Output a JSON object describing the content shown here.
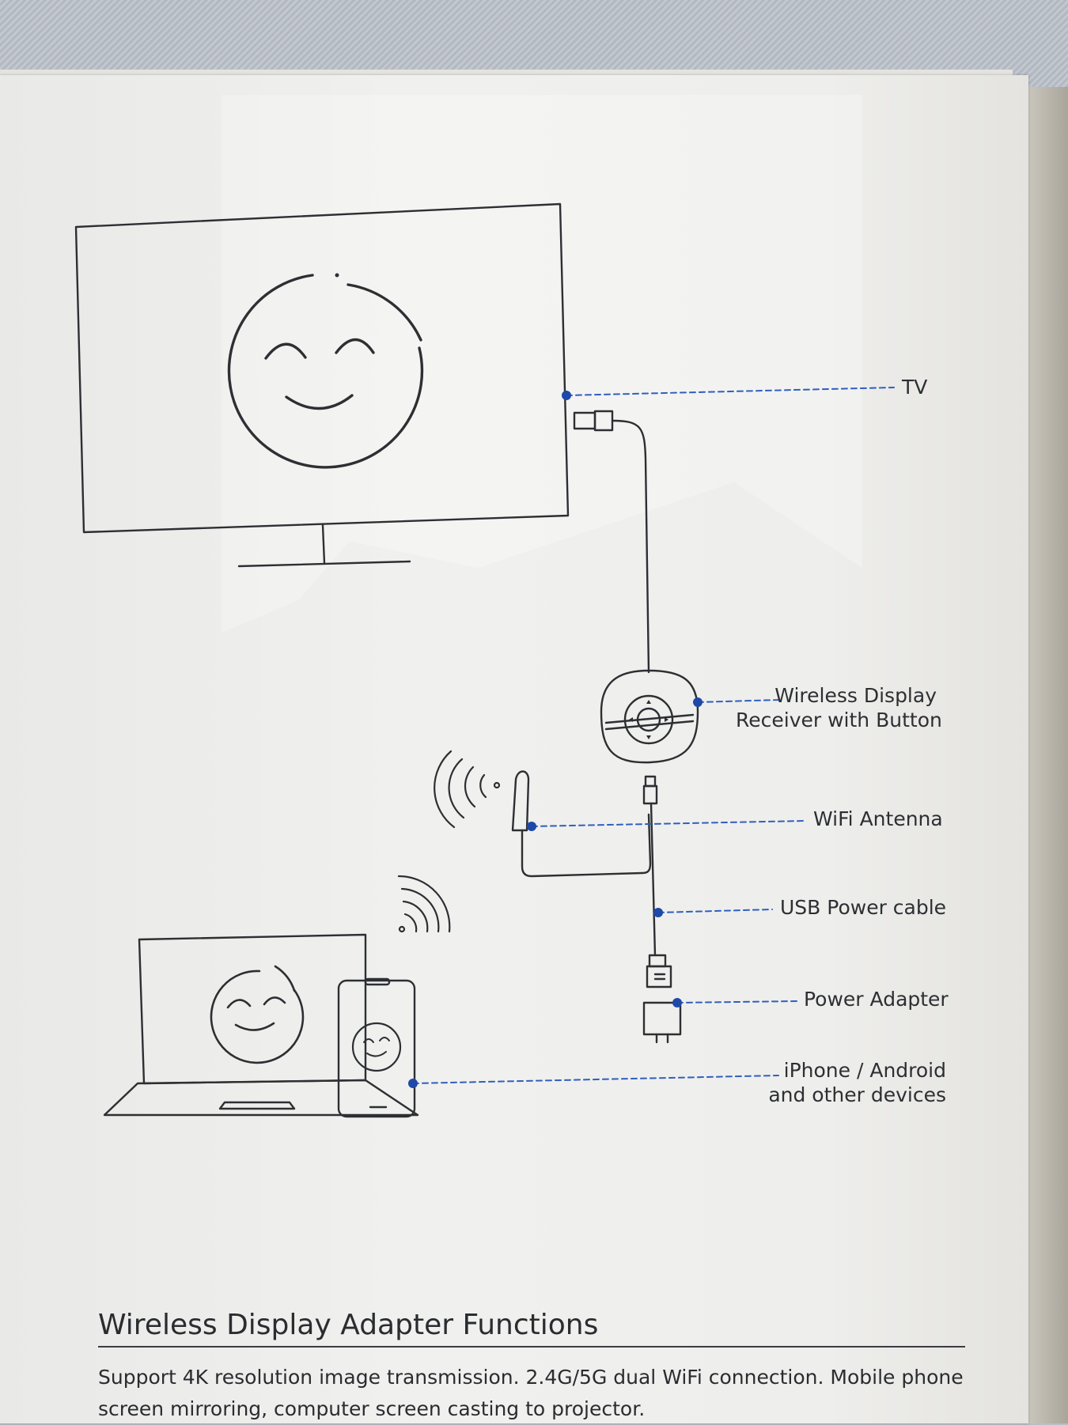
{
  "labels": {
    "tv": "TV",
    "receiver": [
      "Wireless Display",
      "Receiver with Button"
    ],
    "antenna": "WiFi Antenna",
    "usb_cable": "USB Power cable",
    "adapter": "Power Adapter",
    "devices": [
      "iPhone / Android",
      "and other devices"
    ]
  },
  "section": {
    "heading": "Wireless Display Adapter Functions",
    "description": "Support 4K resolution image transmission. 2.4G/5G dual WiFi connection. Mobile phone screen mirroring, computer screen casting to projector."
  },
  "colors": {
    "line": "#2d2f33",
    "leader": "#2f5fbf",
    "dot": "#1f49a8"
  },
  "icons": [
    "tv-icon",
    "smiley-icon",
    "hdmi-plug-icon",
    "receiver-icon",
    "wifi-signal-icon",
    "antenna-icon",
    "usb-plug-icon",
    "power-adapter-icon",
    "laptop-icon",
    "smartphone-icon"
  ]
}
